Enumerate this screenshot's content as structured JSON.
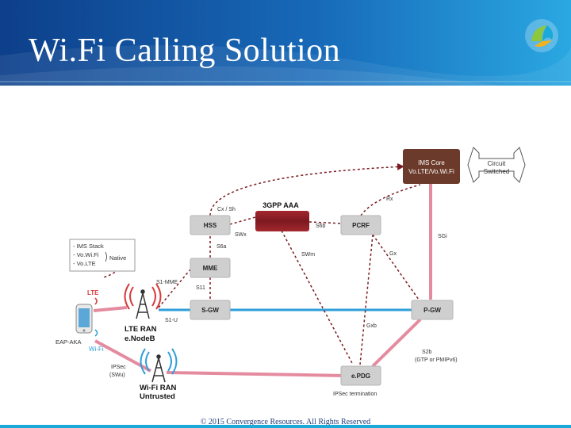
{
  "slide": {
    "title": "Wi.Fi Calling Solution",
    "footer": "© 2015 Convergence Resources. All Rights Reserved"
  },
  "colors": {
    "header_dark": "#0d3f8a",
    "header_light": "#2aa8e2",
    "node_box": "#cfcfcf",
    "aaa_box": "#8b1e24",
    "ims_box": "#6b3a2a",
    "blue_link": "#2f9fd9",
    "pink_link": "#e58ba0",
    "dashed_link": "#7a1c22"
  },
  "nodes": {
    "ims_core": {
      "line1": "IMS Core",
      "line2": "Vo.LTE/Vo.Wi.Fi"
    },
    "circuit_switched": {
      "line1": "Circuit",
      "line2": "Switched"
    },
    "aaa": "3GPP AAA",
    "hss": "HSS",
    "pcrf": "PCRF",
    "mme": "MME",
    "sgw": "S-GW",
    "pgw": "P-GW",
    "epdg": "e.PDG"
  },
  "interfaces": {
    "cx_sh": "Cx / Sh",
    "rx": "Rx",
    "swx": "SWx",
    "s6b": "S6b",
    "s6a": "S6a",
    "swm": "SWm",
    "sgi": "SGi",
    "gx": "Gx",
    "s1_mme": "S1-MME",
    "s11": "S11",
    "s1_u": "S1-U",
    "gxb": "Gxb",
    "s2b_line1": "S2b",
    "s2b_line2": "(GTP or PMIPv6)",
    "ipsec_termination": "IPSec termination",
    "ipsec_line1": "IPSec",
    "ipsec_line2": "(SWu)"
  },
  "device": {
    "stack_items": [
      "- IMS Stack",
      "- Vo.Wi.Fi",
      "- Vo.LTE"
    ],
    "native": "Native",
    "lte": "LTE",
    "wifi": "Wi-Fi",
    "eap_aka": "EAP-AKA"
  },
  "ran": {
    "lte_line1": "LTE RAN",
    "lte_line2": "e.NodeB",
    "wifi_line1": "Wi-Fi RAN",
    "wifi_line2": "Untrusted"
  }
}
